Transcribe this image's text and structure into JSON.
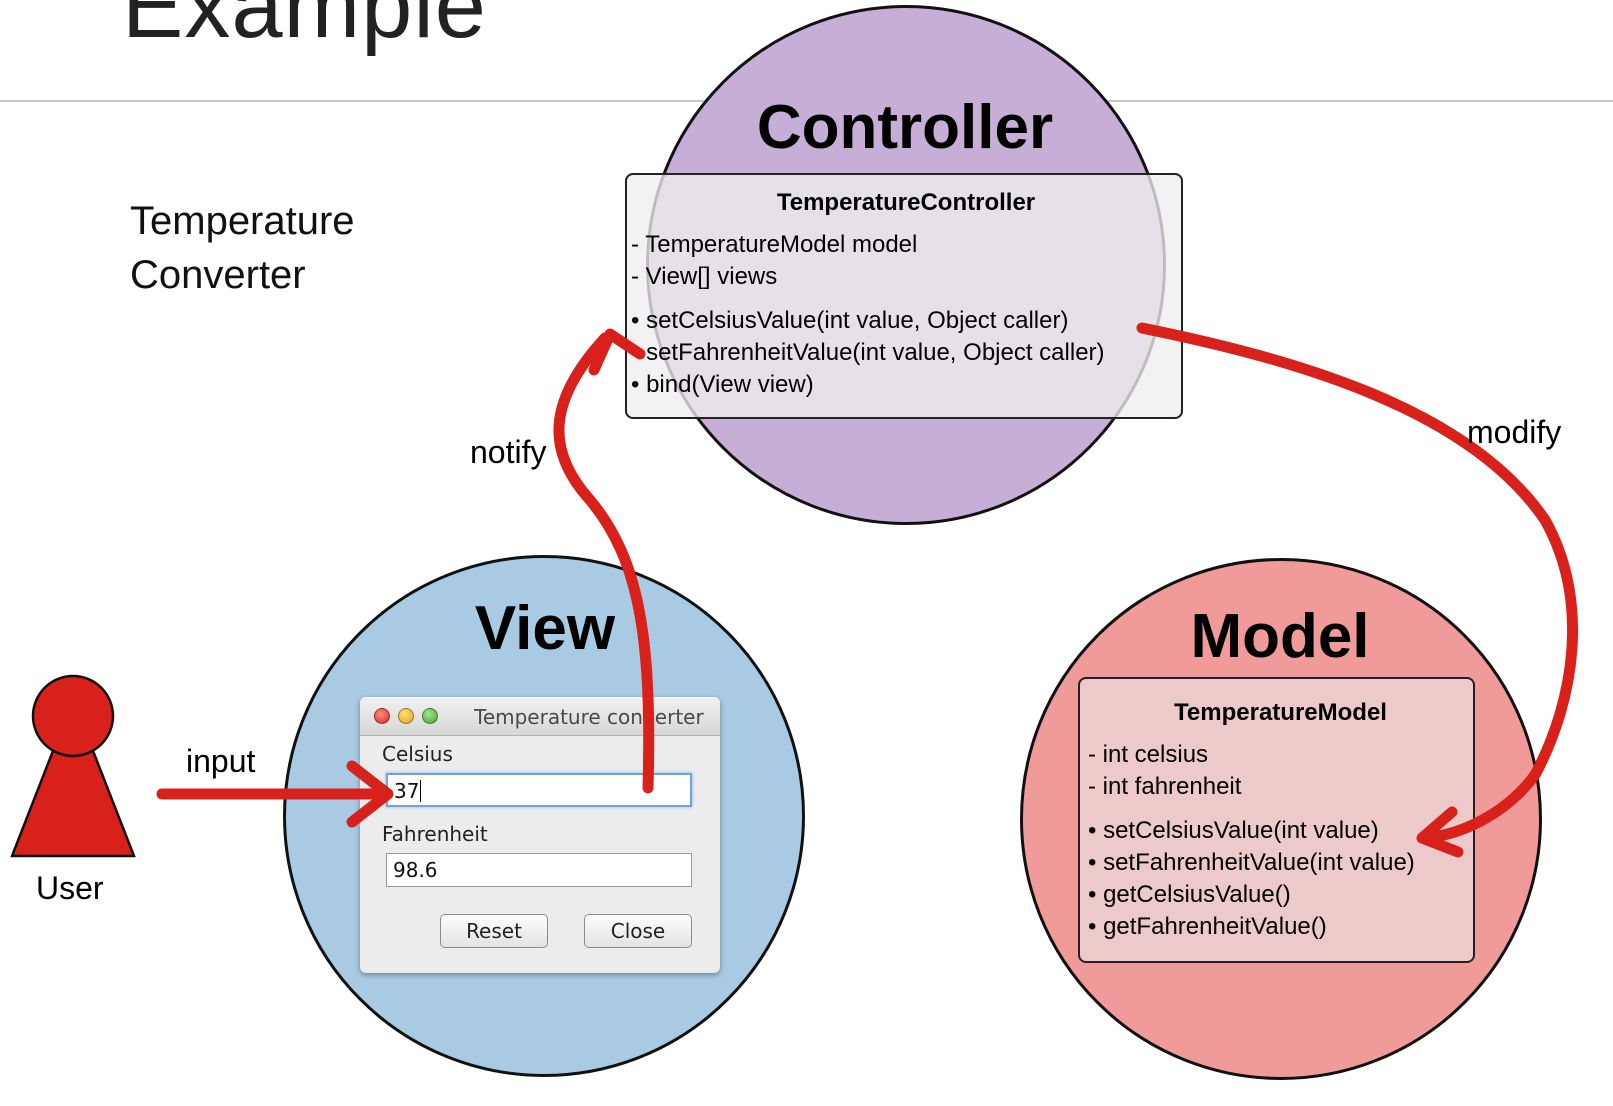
{
  "slide": {
    "title": "Example",
    "subtitle_line1": "Temperature",
    "subtitle_line2": "Converter"
  },
  "controller": {
    "heading": "Controller",
    "class_name": "TemperatureController",
    "fields": [
      "- TemperatureModel model",
      "- View[] views"
    ],
    "methods": [
      "• setCelsiusValue(int value, Object caller)",
      "• setFahrenheitValue(int value, Object caller)",
      "• bind(View view)"
    ]
  },
  "view": {
    "heading": "View",
    "window": {
      "title": "Temperature converter",
      "celsius_label": "Celsius",
      "celsius_value": "37",
      "fahrenheit_label": "Fahrenheit",
      "fahrenheit_value": "98.6",
      "reset_label": "Reset",
      "close_label": "Close"
    }
  },
  "model": {
    "heading": "Model",
    "class_name": "TemperatureModel",
    "fields": [
      "- int celsius",
      "- int fahrenheit"
    ],
    "methods": [
      "• setCelsiusValue(int value)",
      "• setFahrenheitValue(int value)",
      "• getCelsiusValue()",
      "• getFahrenheitValue()"
    ]
  },
  "arrows": {
    "notify": "notify",
    "modify": "modify",
    "input": "input"
  },
  "user": {
    "label": "User"
  },
  "colors": {
    "controller": "#c7aed6",
    "view": "#a9cae3",
    "model": "#f19a9a",
    "arrow": "#d9211c",
    "user": "#d9211c"
  }
}
